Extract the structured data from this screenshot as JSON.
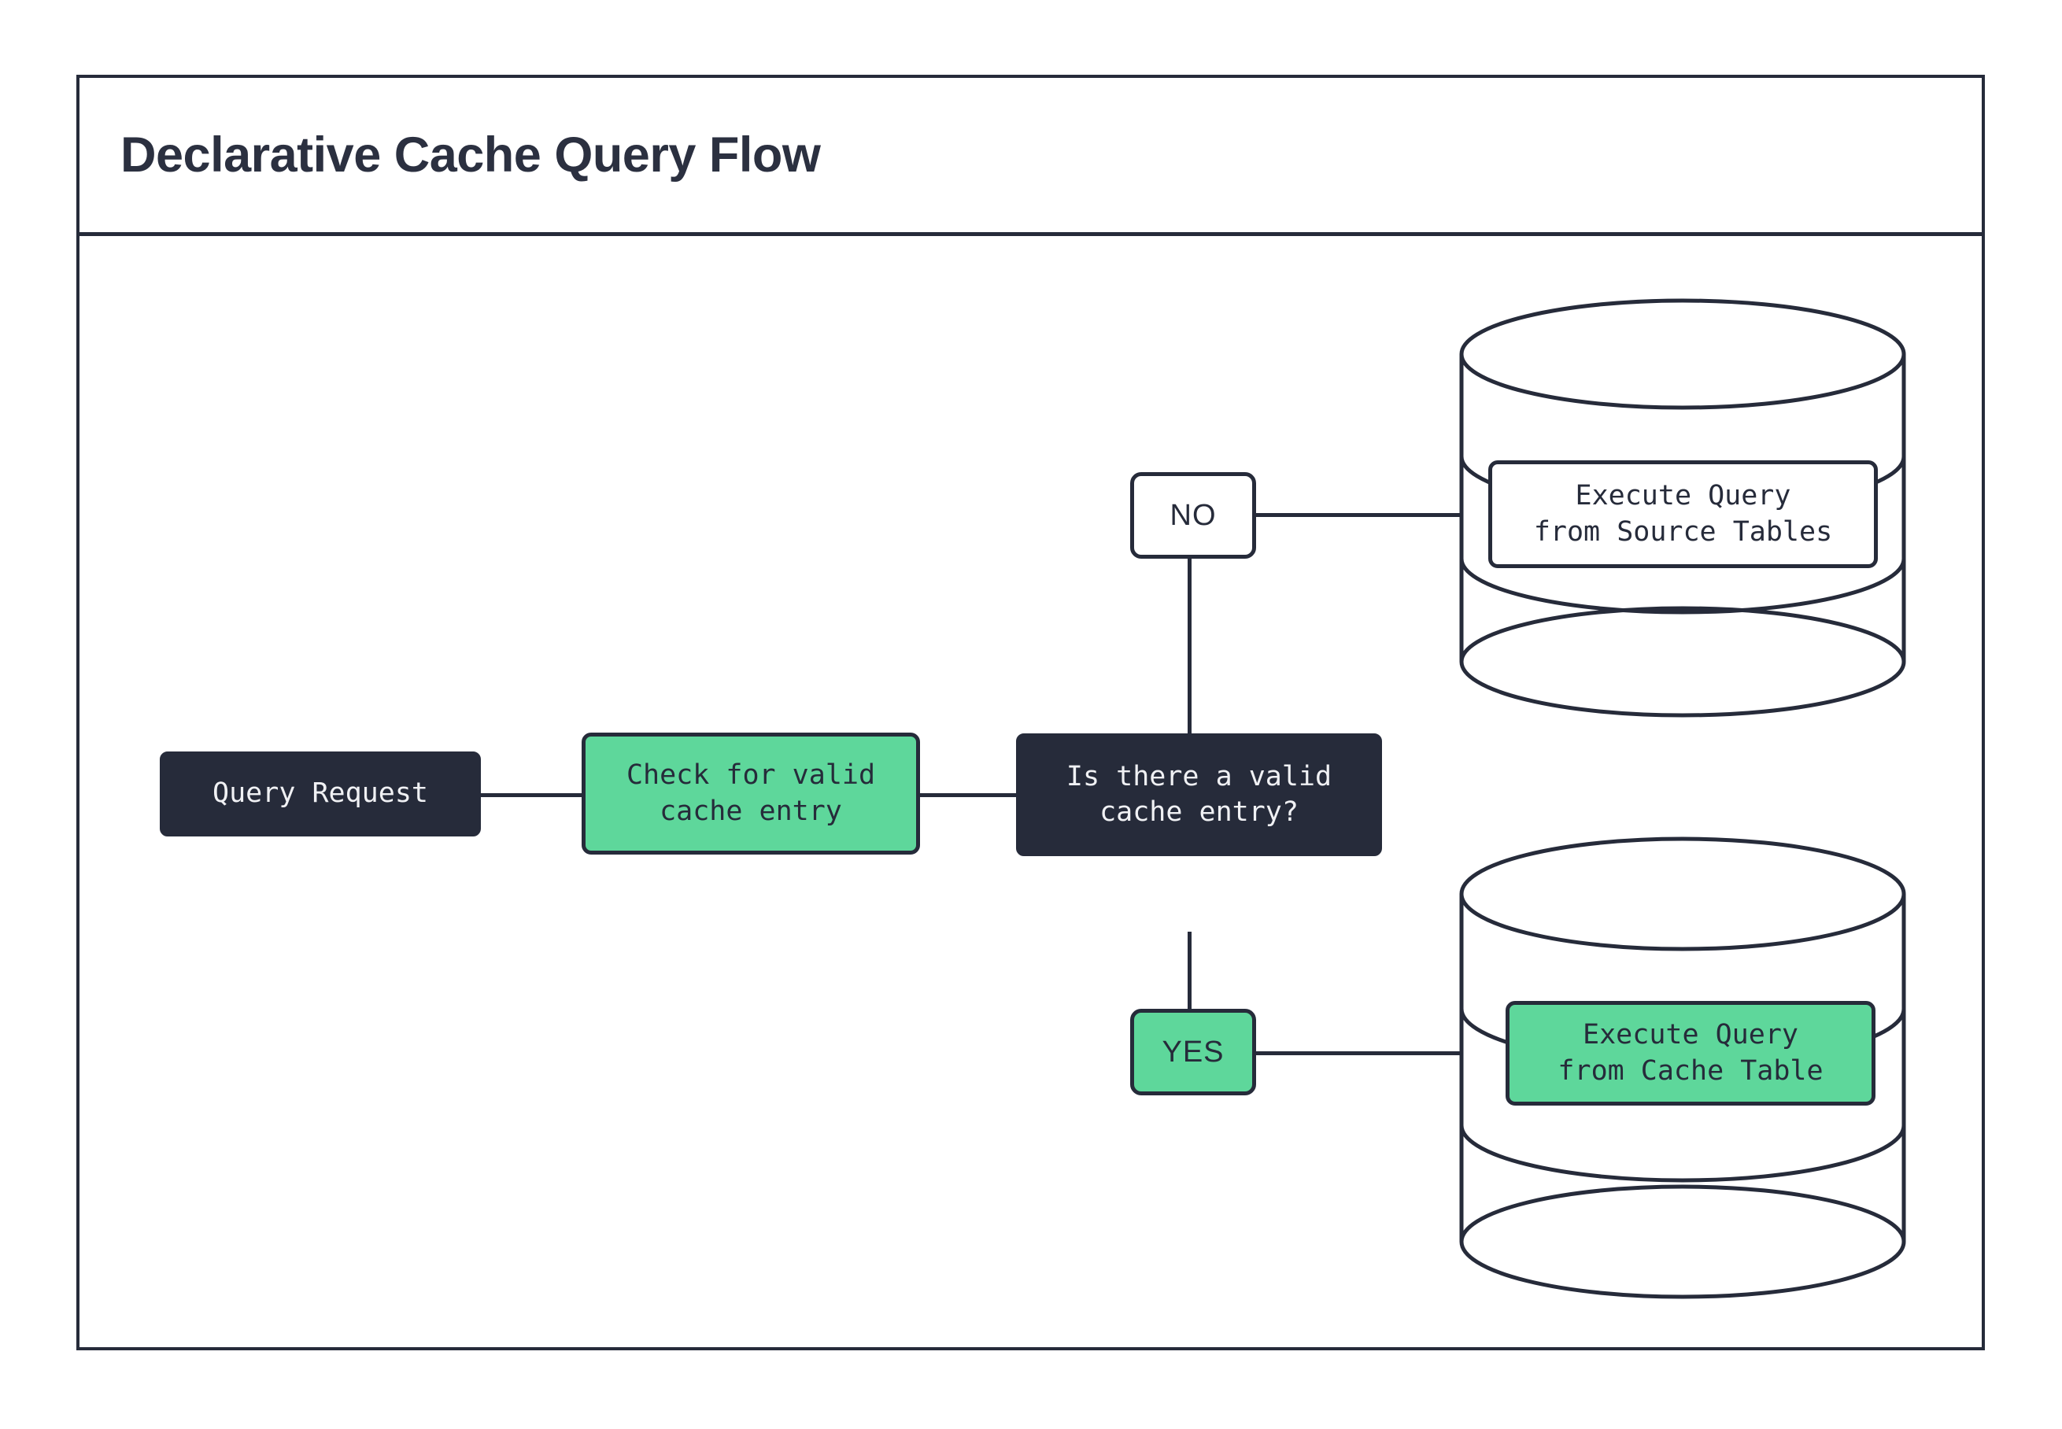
{
  "header": {
    "title": "Declarative Cache Query Flow"
  },
  "colors": {
    "ink": "#262b3a",
    "accent_green": "#5ed79b",
    "surface": "#ffffff"
  },
  "diagram": {
    "type": "flowchart",
    "orientation": "left-to-right",
    "nodes": [
      {
        "id": "query-request",
        "label": "Query Request",
        "shape": "rounded-rect",
        "style": "dark"
      },
      {
        "id": "check-cache",
        "label": "Check for valid\ncache entry",
        "shape": "rounded-rect",
        "style": "green"
      },
      {
        "id": "decision-valid-cache",
        "label": "Is there a valid\ncache entry?",
        "shape": "rounded-rect",
        "style": "dark"
      },
      {
        "id": "execute-source",
        "label": "Execute Query\nfrom Source Tables",
        "shape": "rounded-rect-in-cylinder",
        "style": "white"
      },
      {
        "id": "execute-cache",
        "label": "Execute Query\nfrom Cache Table",
        "shape": "rounded-rect-in-cylinder",
        "style": "green"
      }
    ],
    "edge_labels": [
      {
        "id": "branch-no",
        "label": "NO",
        "style": "white"
      },
      {
        "id": "branch-yes",
        "label": "YES",
        "style": "green"
      }
    ],
    "databases": [
      {
        "id": "source-tables-db",
        "style": "white",
        "disks": 3
      },
      {
        "id": "cache-table-db",
        "style": "white",
        "disks": 3
      }
    ],
    "edges": [
      {
        "from": "query-request",
        "to": "check-cache"
      },
      {
        "from": "check-cache",
        "to": "decision-valid-cache"
      },
      {
        "from": "decision-valid-cache",
        "to": "branch-no"
      },
      {
        "from": "branch-no",
        "to": "execute-source"
      },
      {
        "from": "decision-valid-cache",
        "to": "branch-yes"
      },
      {
        "from": "branch-yes",
        "to": "execute-cache"
      }
    ]
  }
}
